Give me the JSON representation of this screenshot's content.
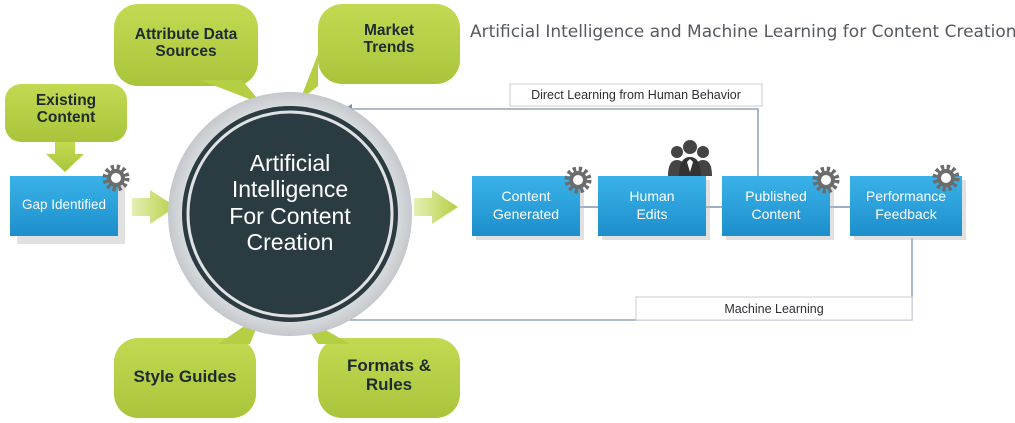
{
  "title": "Artificial Intelligence and Machine Learning for Content Creation",
  "hub": {
    "line1": "Artificial",
    "line2": "Intelligence",
    "line3": "For Content",
    "line4": "Creation"
  },
  "inputs": {
    "attribute_sources": {
      "line1": "Attribute Data",
      "line2": "Sources"
    },
    "market_trends": {
      "line1": "Market",
      "line2": "Trends"
    },
    "existing_content": {
      "line1": "Existing",
      "line2": "Content"
    },
    "style_guides": {
      "line1": "Style Guides"
    },
    "formats_rules": {
      "line1": "Formats &",
      "line2": "Rules"
    }
  },
  "steps": {
    "gap_identified": {
      "line1": "Gap Identified"
    },
    "content_generated": {
      "line1": "Content",
      "line2": "Generated"
    },
    "human_edits": {
      "line1": "Human",
      "line2": "Edits"
    },
    "published_content": {
      "line1": "Published",
      "line2": "Content"
    },
    "performance_feedback": {
      "line1": "Performance",
      "line2": "Feedback"
    }
  },
  "loops": {
    "direct_learning": "Direct Learning from Human Behavior",
    "machine_learning": "Machine Learning"
  },
  "colors": {
    "green": "#b5cf45",
    "blue": "#2ba1db",
    "hub": "#2b3b42",
    "gear": "#6c6c6c",
    "line": "#7a93b0"
  },
  "icons": [
    "gear-icon",
    "people-icon",
    "arrow-right-icon",
    "arrow-down-icon",
    "arrowhead-left-icon"
  ]
}
